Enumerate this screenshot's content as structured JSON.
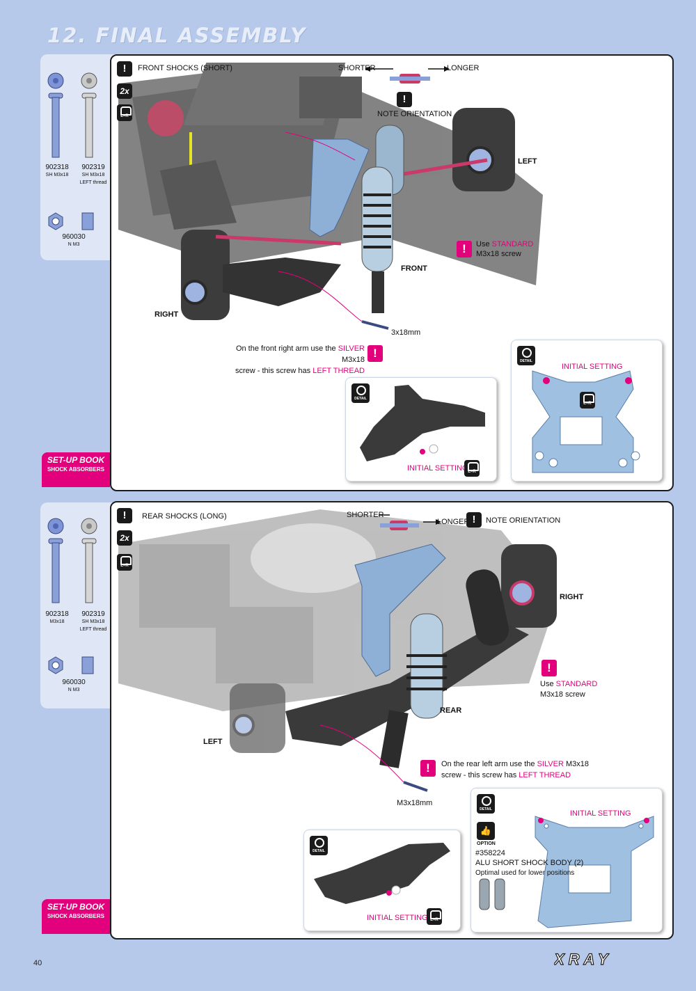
{
  "page": {
    "title": "12. FINAL ASSEMBLY",
    "page_number": "40",
    "brand": "XRAY"
  },
  "colors": {
    "accent": "#e3007d",
    "background": "#b7c9ea",
    "panel_border": "#1c1c1c",
    "part_blue": "#8aa0d8"
  },
  "sections": [
    {
      "header": "FRONT SHOCKS (SHORT)",
      "quantity": "2x",
      "lr_label": "L=R",
      "shorter": "SHORTER",
      "longer": "LONGER",
      "note_orientation": "NOTE ORIENTATION",
      "side_left": "LEFT",
      "side_right": "RIGHT",
      "side_front": "FRONT",
      "use": "Use",
      "standard": "STANDARD",
      "standard_screw": "M3x18 screw",
      "screw_size": "3x18mm",
      "note_line1_a": "On the front right arm use the",
      "note_silver": "SILVER",
      "note_line1_b": "M3x18",
      "note_line2_a": "screw - this screw has",
      "note_left_thread": "LEFT THREAD",
      "detail_label": "DETAIL",
      "initial_setting": "INITIAL SETTING",
      "parts": [
        {
          "code": "902318",
          "desc": "SH M3x18"
        },
        {
          "code": "902319",
          "desc": "SH M3x18",
          "desc2": "LEFT thread"
        },
        {
          "code": "960030",
          "desc": "N M3"
        }
      ],
      "setup_book": "SET-UP BOOK",
      "setup_sub": "SHOCK ABSORBERS"
    },
    {
      "header": "REAR SHOCKS (LONG)",
      "quantity": "2x",
      "lr_label": "L=R",
      "shorter": "SHORTER",
      "longer": "LONGER",
      "note_orientation": "NOTE ORIENTATION",
      "side_right": "RIGHT",
      "side_left": "LEFT",
      "side_rear": "REAR",
      "use": "Use",
      "standard": "STANDARD",
      "standard_screw": "M3x18 screw",
      "screw_size": "M3x18mm",
      "note_line1_a": "On the rear left arm use the",
      "note_silver": "SILVER",
      "note_line1_b": "M3x18",
      "note_line2_a": "screw - this screw has",
      "note_left_thread": "LEFT THREAD",
      "detail_label": "DETAIL",
      "initial_setting": "INITIAL SETTING",
      "option_label": "OPTION",
      "option_code": "#358224",
      "option_name": "ALU SHORT SHOCK BODY (2)",
      "option_desc": "Optimal used for lower positions",
      "parts": [
        {
          "code": "902318",
          "desc": "M3x18"
        },
        {
          "code": "902319",
          "desc": "SH M3x18",
          "desc2": "LEFT thread"
        },
        {
          "code": "960030",
          "desc": "N M3"
        }
      ],
      "setup_book": "SET-UP BOOK",
      "setup_sub": "SHOCK ABSORBERS"
    }
  ]
}
